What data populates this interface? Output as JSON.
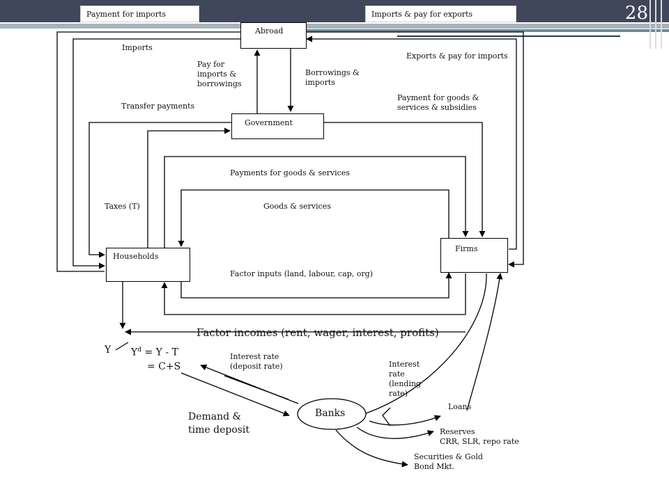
{
  "header": {
    "tab_left": "Payment for imports",
    "tab_right": "Imports & pay for exports",
    "slide_number": "28"
  },
  "nodes": {
    "abroad": "Abroad",
    "government": "Government",
    "households": "Households",
    "firms": "Firms",
    "banks": "Banks"
  },
  "flows": {
    "imports": "Imports",
    "pay_for_imports": [
      "Pay for",
      "imports &",
      "borrowings"
    ],
    "borrowings_imports": [
      "Borrowings &",
      "imports"
    ],
    "exports_pay": "Exports & pay for imports",
    "payment_goods_subsidies": [
      "Payment for goods &",
      "services & subsidies"
    ],
    "transfer_payments": "Transfer payments",
    "payments_goods_services": "Payments for goods & services",
    "taxes": "Taxes (T)",
    "goods_services": "Goods & services",
    "factor_inputs": "Factor inputs (land, labour, cap, org)",
    "factor_incomes": "Factor incomes (rent, wager, interest, profits)",
    "interest_deposit": [
      "Interest rate",
      "(deposit rate)"
    ],
    "interest_lending": [
      "Interest",
      "rate",
      "(lending",
      "rate)"
    ],
    "loans": "Loans",
    "reserves": [
      "Reserves",
      "CRR, SLR, repo rate"
    ],
    "securities": [
      "Securities & Gold",
      "Bond Mkt."
    ],
    "demand_deposit": [
      "Demand &",
      "time deposit"
    ]
  },
  "equations": {
    "y": "Y",
    "yd_base": "Y",
    "yd_sup": "d",
    "yd_rest": " = Y - T",
    "cs": "= C+S"
  }
}
